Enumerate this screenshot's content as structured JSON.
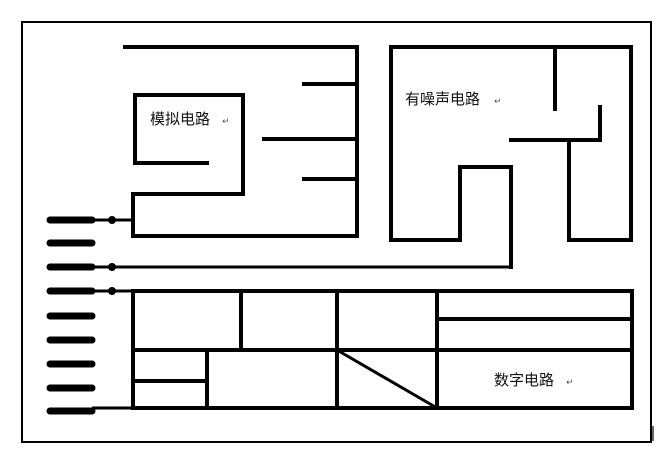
{
  "labels": {
    "analog": "模拟电路",
    "noisy": "有噪声电路",
    "digital": "数字电路",
    "paragraph_mark": "↵"
  },
  "colors": {
    "background": "#ffffff",
    "trace": "#000000",
    "text": "#111111"
  }
}
